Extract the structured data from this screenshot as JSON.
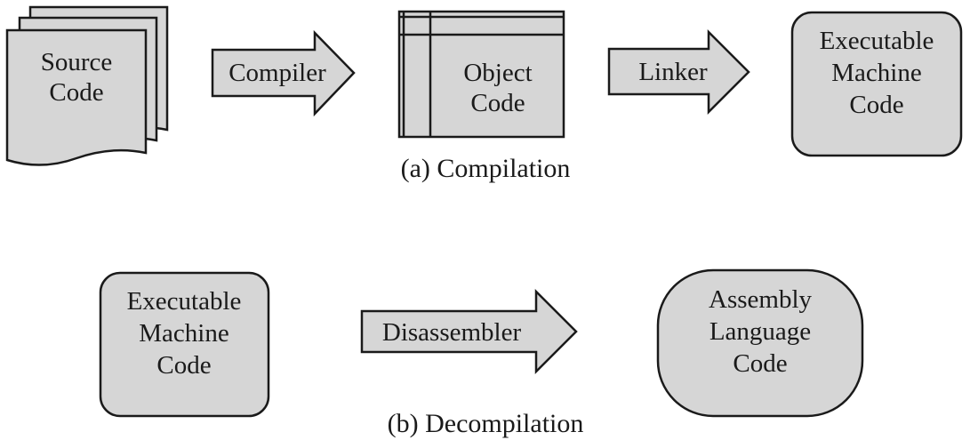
{
  "compilation": {
    "caption": "(a) Compilation",
    "source": {
      "line1": "Source",
      "line2": "Code"
    },
    "compiler_label": "Compiler",
    "object": {
      "line1": "Object",
      "line2": "Code"
    },
    "linker_label": "Linker",
    "executable": {
      "line1": "Executable",
      "line2": "Machine",
      "line3": "Code"
    }
  },
  "decompilation": {
    "caption": "(b) Decompilation",
    "executable": {
      "line1": "Executable",
      "line2": "Machine",
      "line3": "Code"
    },
    "disassembler_label": "Disassembler",
    "assembly": {
      "line1": "Assembly",
      "line2": "Language",
      "line3": "Code"
    }
  },
  "colors": {
    "box_fill": "#d6d6d6",
    "stroke": "#1a1a1a"
  }
}
